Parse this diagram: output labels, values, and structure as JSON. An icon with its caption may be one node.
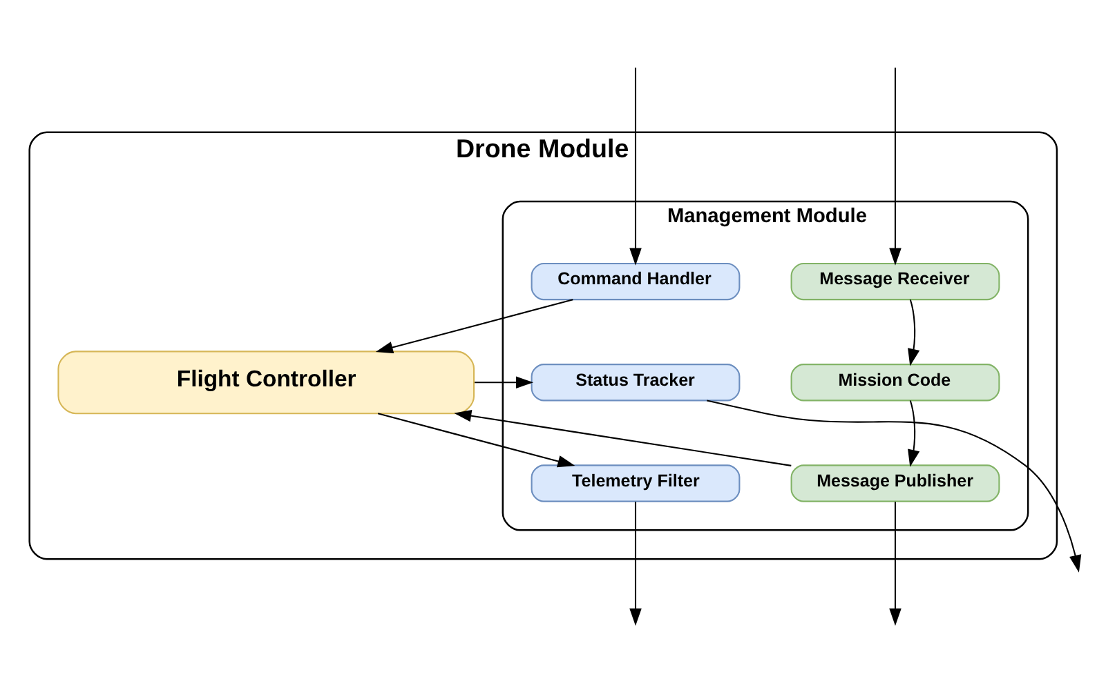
{
  "diagram": {
    "nodes": [
      {
        "text": [
          "Drone Module"
        ]
      },
      {
        "text": [
          "Management Module"
        ],
        "in": 0
      },
      {
        "text": [
          "Command Handler"
        ],
        "in": 1
      },
      {
        "text": [
          "Status Tracker"
        ],
        "in": 1
      },
      {
        "text": [
          "Telemetry Filter"
        ],
        "in": 1
      },
      {
        "text": [
          "Message Receiver"
        ],
        "in": 1
      },
      {
        "text": [
          "Mission Code"
        ],
        "in": 1
      },
      {
        "text": [
          "Message Publisher"
        ],
        "in": 1
      },
      {
        "text": [
          "Flight Controller"
        ],
        "in": 0
      }
    ],
    "edges": [
      {
        "from": null,
        "to": 2,
        "arrow": "to"
      },
      {
        "from": 3,
        "to": null,
        "arrow": "to"
      },
      {
        "from": 4,
        "to": null,
        "arrow": "to"
      },
      {
        "from": null,
        "to": 5,
        "arrow": "to"
      },
      {
        "from": 5,
        "to": 6,
        "arrow": "to"
      },
      {
        "from": 6,
        "to": 7,
        "arrow": "to"
      },
      {
        "from": 7,
        "to": null,
        "arrow": "to"
      },
      {
        "from": 2,
        "to": 8,
        "arrow": "to"
      },
      {
        "from": 8,
        "to": 3,
        "arrow": "to"
      },
      {
        "from": 8,
        "to": 4,
        "arrow": "to"
      },
      {
        "from": 7,
        "to": 8,
        "arrow": "to"
      }
    ]
  }
}
